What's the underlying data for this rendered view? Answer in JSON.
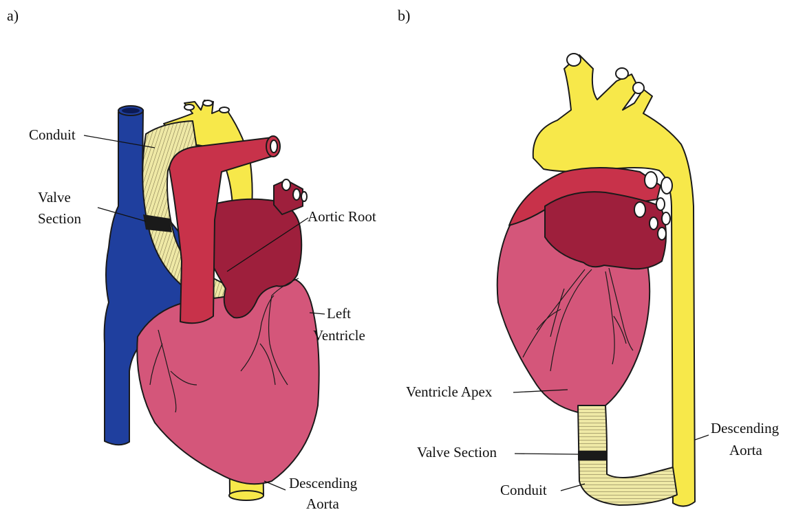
{
  "panels": {
    "a": {
      "letter": "a)",
      "labels": {
        "conduit": "Conduit",
        "valve_line1": "Valve",
        "valve_line2": "Section",
        "aortic_root": "Aortic Root",
        "left_line1": "Left",
        "left_line2": "Ventricle",
        "desc_line1": "Descending",
        "desc_line2": "Aorta"
      }
    },
    "b": {
      "letter": "b)",
      "labels": {
        "ventricle_apex": "Ventricle Apex",
        "valve_section": "Valve Section",
        "conduit": "Conduit",
        "desc_line1": "Descending",
        "desc_line2": "Aorta"
      }
    }
  },
  "colors": {
    "yellow_aorta": "#f7e84a",
    "blue_vein": "#1f3f9e",
    "red_vessel": "#c8324a",
    "dark_red": "#9e1f3c",
    "pink_ventricle": "#d4567a",
    "conduit_fill": "#efe9a6",
    "valve_band": "#1a1a1a"
  }
}
